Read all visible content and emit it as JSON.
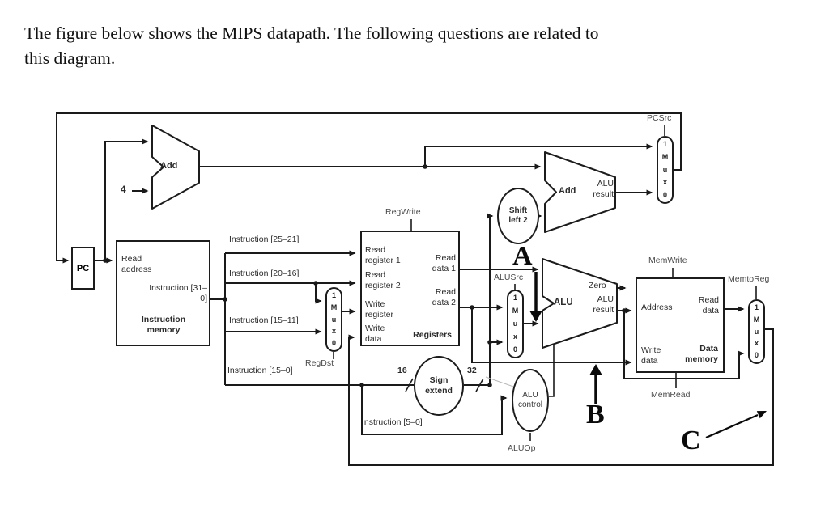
{
  "title": {
    "line1": "The figure below shows the MIPS datapath. The following questions are related to",
    "line2": "this diagram."
  },
  "blocks": {
    "pc": {
      "name": "PC"
    },
    "instruction_memory": {
      "read_address": "Read address",
      "instruction_31_0": "Instruction [31–0]",
      "name": "Instruction memory"
    },
    "registers": {
      "read_register_1": "Read register 1",
      "read_register_2": "Read register 2",
      "write_register": "Write register",
      "write_data": "Write data",
      "read_data_1": "Read data 1",
      "read_data_2": "Read data 2",
      "name": "Registers"
    },
    "data_memory": {
      "address": "Address",
      "write_data": "Write data",
      "read_data": "Read data",
      "name": "Data memory"
    },
    "pc_adder": {
      "label": "Add"
    },
    "branch_adder": {
      "label": "Add",
      "result": "ALU result"
    },
    "alu": {
      "label": "ALU",
      "zero": "Zero",
      "result": "ALU result"
    },
    "shift_left_2": {
      "label": "Shift left 2"
    },
    "sign_extend": {
      "label": "Sign extend"
    },
    "alu_control": {
      "label": "ALU control"
    }
  },
  "control_signals": {
    "reg_write": "RegWrite",
    "reg_dst": "RegDst",
    "alu_src": "ALUSrc",
    "mem_write": "MemWrite",
    "mem_read": "MemRead",
    "mem_to_reg": "MemtoReg",
    "pc_src": "PCSrc",
    "alu_op": "ALUOp"
  },
  "buses": {
    "instruction_25_21": "Instruction [25–21]",
    "instruction_20_16": "Instruction [20–16]",
    "instruction_15_11": "Instruction [15–11]",
    "instruction_15_0": "Instruction [15–0]",
    "instruction_5_0": "Instruction [5–0]",
    "width_16": "16",
    "width_32": "32",
    "pc_increment": "4"
  },
  "mux": {
    "input_1": "1",
    "m": "M",
    "u": "u",
    "x": "x",
    "input_0": "0"
  },
  "annotations": {
    "a": "A",
    "b": "B",
    "c": "C"
  },
  "colors": {
    "wire": "#1a1a1a",
    "text": "#2b2b2b",
    "control_text": "#4a4a4a",
    "background": "#ffffff"
  }
}
